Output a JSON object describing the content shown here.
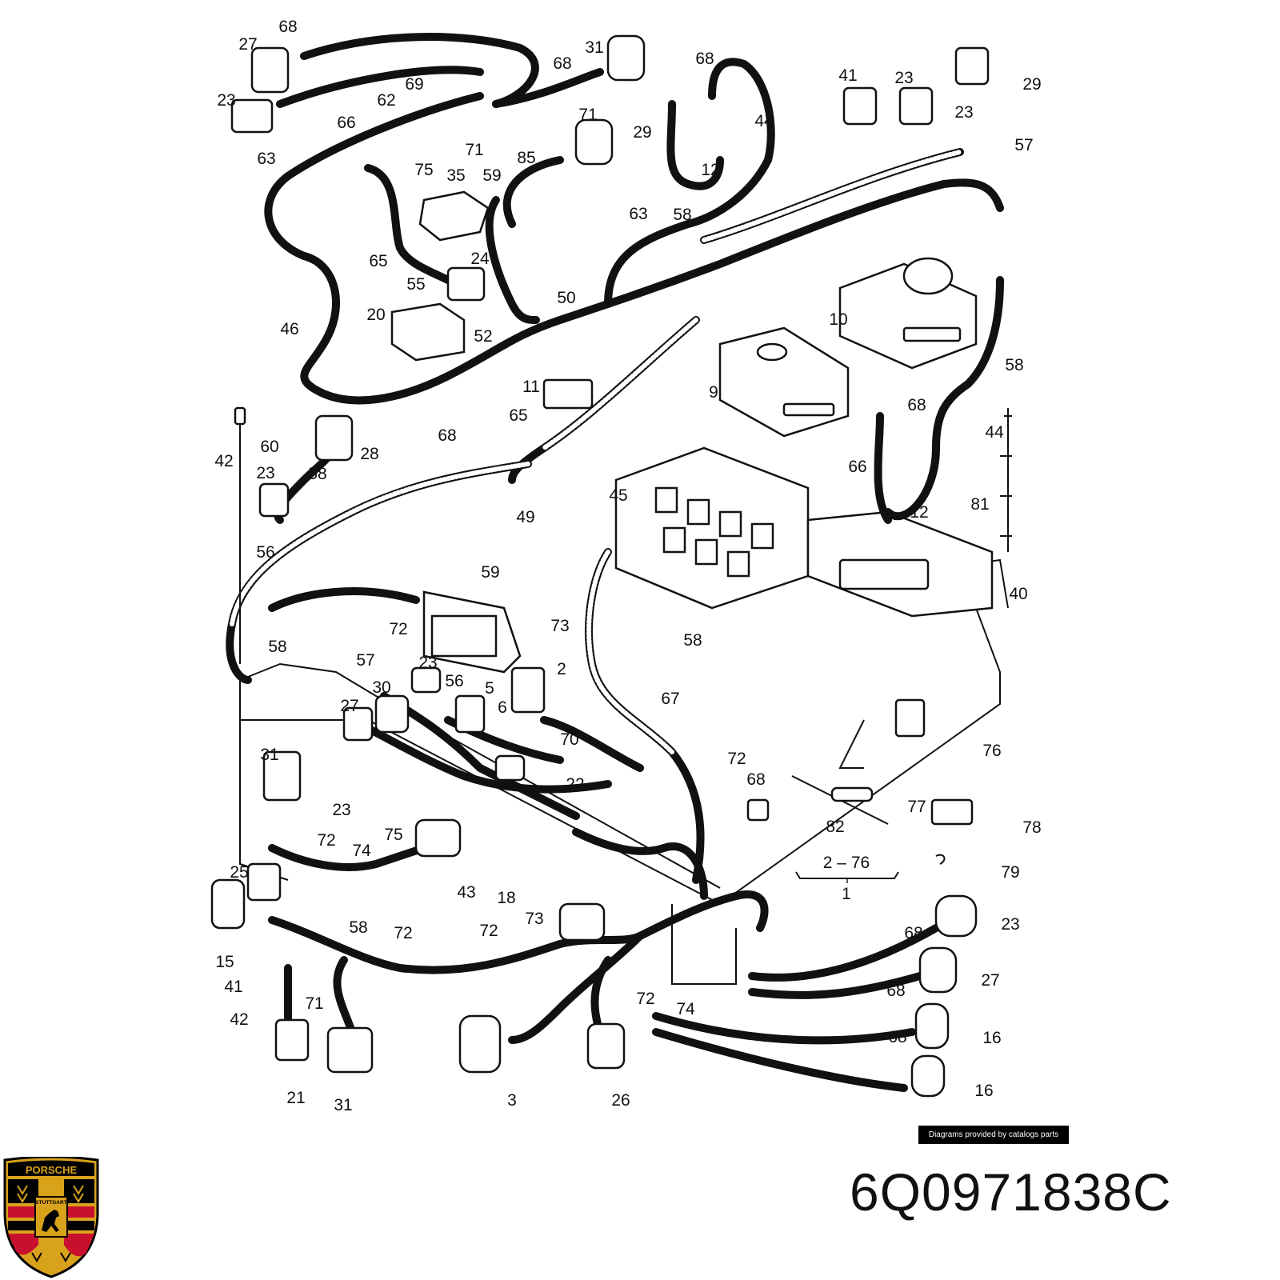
{
  "diagram": {
    "callouts": [
      "68",
      "27",
      "23",
      "31",
      "68",
      "69",
      "62",
      "66",
      "71",
      "71",
      "85",
      "29",
      "63",
      "75",
      "35",
      "59",
      "63",
      "65",
      "24",
      "55",
      "46",
      "20",
      "52",
      "50",
      "68",
      "41",
      "23",
      "23",
      "29",
      "44",
      "12",
      "58",
      "57",
      "10",
      "58",
      "9",
      "11",
      "65",
      "68",
      "28",
      "60",
      "42",
      "23",
      "58",
      "68",
      "44",
      "66",
      "12",
      "81",
      "56",
      "49",
      "45",
      "40",
      "59",
      "72",
      "73",
      "58",
      "58",
      "57",
      "5",
      "2",
      "23",
      "56",
      "30",
      "6",
      "27",
      "67",
      "70",
      "31",
      "72",
      "22",
      "68",
      "23",
      "75",
      "72",
      "74",
      "43",
      "18",
      "77",
      "82",
      "78",
      "79",
      "76",
      "25",
      "58",
      "72",
      "72",
      "73",
      "15",
      "41",
      "42",
      "71",
      "21",
      "31",
      "3",
      "26",
      "72",
      "74",
      "23",
      "68",
      "27",
      "68",
      "16",
      "68",
      "16"
    ],
    "range_label": "2 – 76",
    "range_total": "1"
  },
  "credit": "Diagrams provided by catalogs parts",
  "part_number": "6Q0971838C",
  "brand": {
    "logo_icon": "porsche-crest-icon",
    "logo_text_top": "PORSCHE",
    "logo_text_mid": "STUTTGART"
  },
  "colors": {
    "line": "#111111",
    "logo_gold": "#d9a21b",
    "logo_red": "#c8102e",
    "logo_black": "#000000"
  }
}
